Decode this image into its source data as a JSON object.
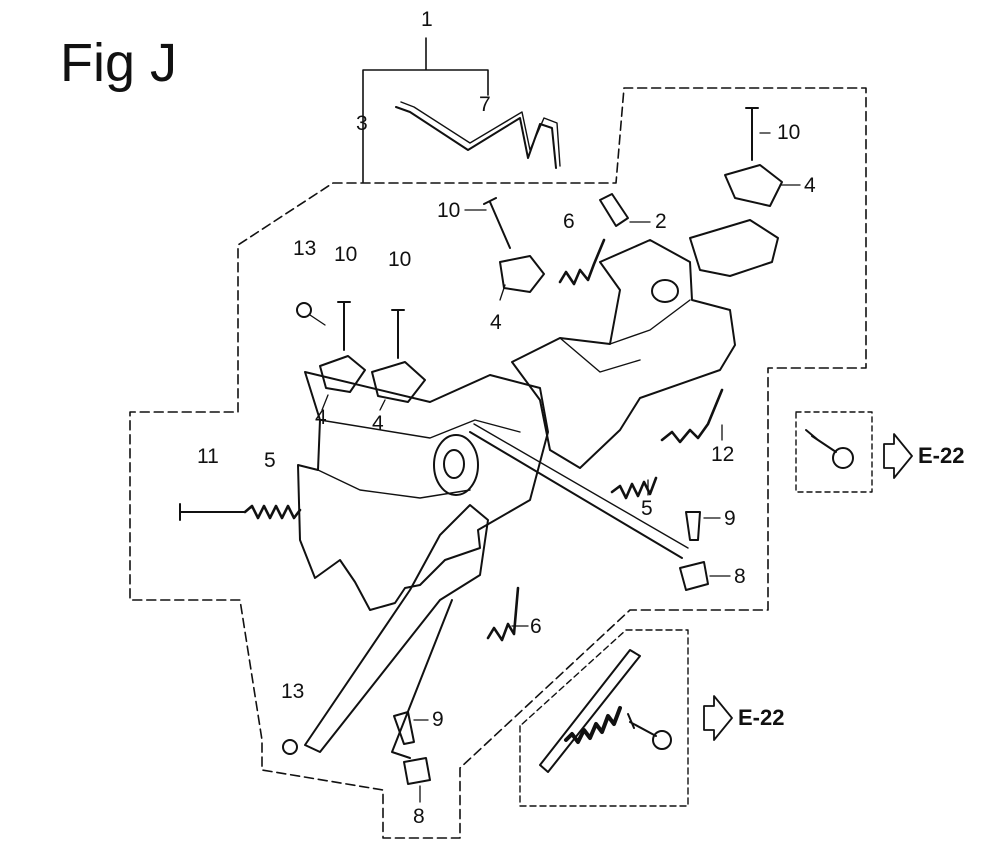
{
  "figure": {
    "title": "Fig J"
  },
  "callouts": [
    {
      "id": "c-1",
      "label": "1"
    },
    {
      "id": "c-3",
      "label": "3"
    },
    {
      "id": "c-7",
      "label": "7"
    },
    {
      "id": "c-10a",
      "label": "10"
    },
    {
      "id": "c-4a",
      "label": "4"
    },
    {
      "id": "c-10b",
      "label": "10"
    },
    {
      "id": "c-6a",
      "label": "6"
    },
    {
      "id": "c-2",
      "label": "2"
    },
    {
      "id": "c-4b",
      "label": "4"
    },
    {
      "id": "c-13a",
      "label": "13"
    },
    {
      "id": "c-10c",
      "label": "10"
    },
    {
      "id": "c-10d",
      "label": "10"
    },
    {
      "id": "c-4c",
      "label": "4"
    },
    {
      "id": "c-4d",
      "label": "4"
    },
    {
      "id": "c-12",
      "label": "12"
    },
    {
      "id": "c-11",
      "label": "11"
    },
    {
      "id": "c-5a",
      "label": "5"
    },
    {
      "id": "c-5b",
      "label": "5"
    },
    {
      "id": "c-9a",
      "label": "9"
    },
    {
      "id": "c-8a",
      "label": "8"
    },
    {
      "id": "c-6b",
      "label": "6"
    },
    {
      "id": "c-13b",
      "label": "13"
    },
    {
      "id": "c-9b",
      "label": "9"
    },
    {
      "id": "c-8b",
      "label": "8"
    }
  ],
  "references": [
    {
      "id": "ref-1",
      "label": "E-22"
    },
    {
      "id": "ref-2",
      "label": "E-22"
    }
  ],
  "colors": {
    "line": "#111111",
    "background": "#ffffff"
  }
}
